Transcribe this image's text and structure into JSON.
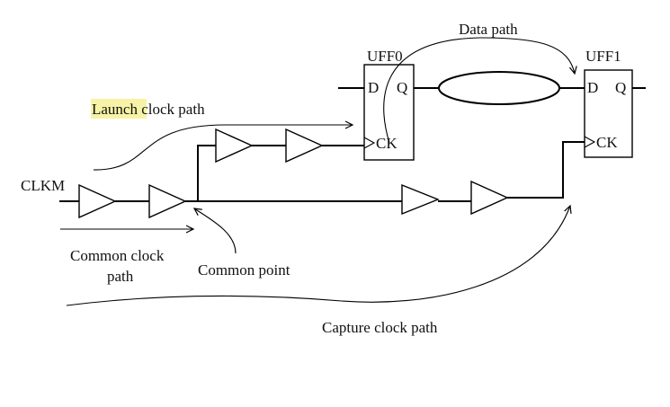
{
  "labels": {
    "clock_source": "CLKM",
    "launch_path_highlight": "Launch",
    "launch_path_rest": " clock path",
    "data_path": "Data path",
    "common_clock_path_line1": "Common clock",
    "common_clock_path_line2": "path",
    "common_point": "Common point",
    "capture_clock_path": "Capture clock path"
  },
  "flip_flops": {
    "uff0": {
      "name": "UFF0",
      "pin_d": "D",
      "pin_q": "Q",
      "pin_ck": "CK"
    },
    "uff1": {
      "name": "UFF1",
      "pin_d": "D",
      "pin_q": "Q",
      "pin_ck": "CK"
    }
  },
  "colors": {
    "highlight": "#f6f3a6",
    "line": "#000000"
  }
}
